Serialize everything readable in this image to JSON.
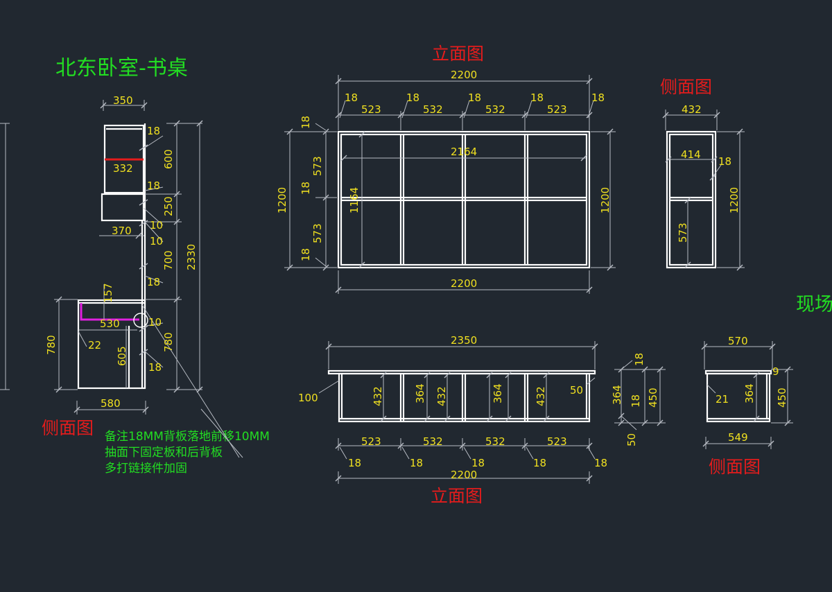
{
  "titles": {
    "main": "北东卧室-书桌",
    "elev_top": "立面图",
    "elev_bottom": "立面图",
    "side_left": "侧面图",
    "side_top_right": "侧面图",
    "side_bottom_right": "侧面图",
    "cut_right": "现场"
  },
  "note": {
    "line1": "备注18MM背板落地前移10MM",
    "line2": "抽面下固定板和后背板",
    "line3": "多打链接件加固"
  },
  "left_side": {
    "d350": "350",
    "d18a": "18",
    "d600": "600",
    "d332": "332",
    "d18b": "18",
    "d250": "250",
    "d370": "370",
    "d10a": "10",
    "d10b": "10",
    "d700": "700",
    "d2330": "2330",
    "d18c": "18",
    "d157": "157",
    "d530": "530",
    "d10c": "10",
    "d780a": "780",
    "d22": "22",
    "d605": "605",
    "d780b": "780",
    "d18d": "18",
    "d580": "580"
  },
  "top_elev": {
    "w2200": "2200",
    "t18": [
      "18",
      "18",
      "18",
      "18",
      "18"
    ],
    "w_parts": [
      "523",
      "532",
      "532",
      "523"
    ],
    "inner2164": "2164",
    "h1200l": "1200",
    "h1164": "1164",
    "h1200r": "1200",
    "v18a": "18",
    "v573a": "573",
    "v18b": "18",
    "v573b": "573",
    "v18c": "18",
    "w2200b": "2200"
  },
  "top_side": {
    "w432": "432",
    "w414": "414",
    "d18": "18",
    "h1200": "1200",
    "h573": "573"
  },
  "bot_elev": {
    "w2350": "2350",
    "d100": "100",
    "h432": [
      "432",
      "432",
      "432"
    ],
    "h364": [
      "364",
      "364"
    ],
    "d50": "50",
    "w_parts": [
      "523",
      "532",
      "532",
      "523"
    ],
    "t18": [
      "18",
      "18",
      "18",
      "18",
      "18"
    ],
    "w2200": "2200",
    "r18": "18",
    "r364": "364",
    "r18b": "18",
    "r450": "450",
    "r50": "50"
  },
  "bot_side": {
    "w570": "570",
    "d9": "9",
    "d21": "21",
    "h364": "364",
    "h450": "450",
    "w549": "549"
  }
}
